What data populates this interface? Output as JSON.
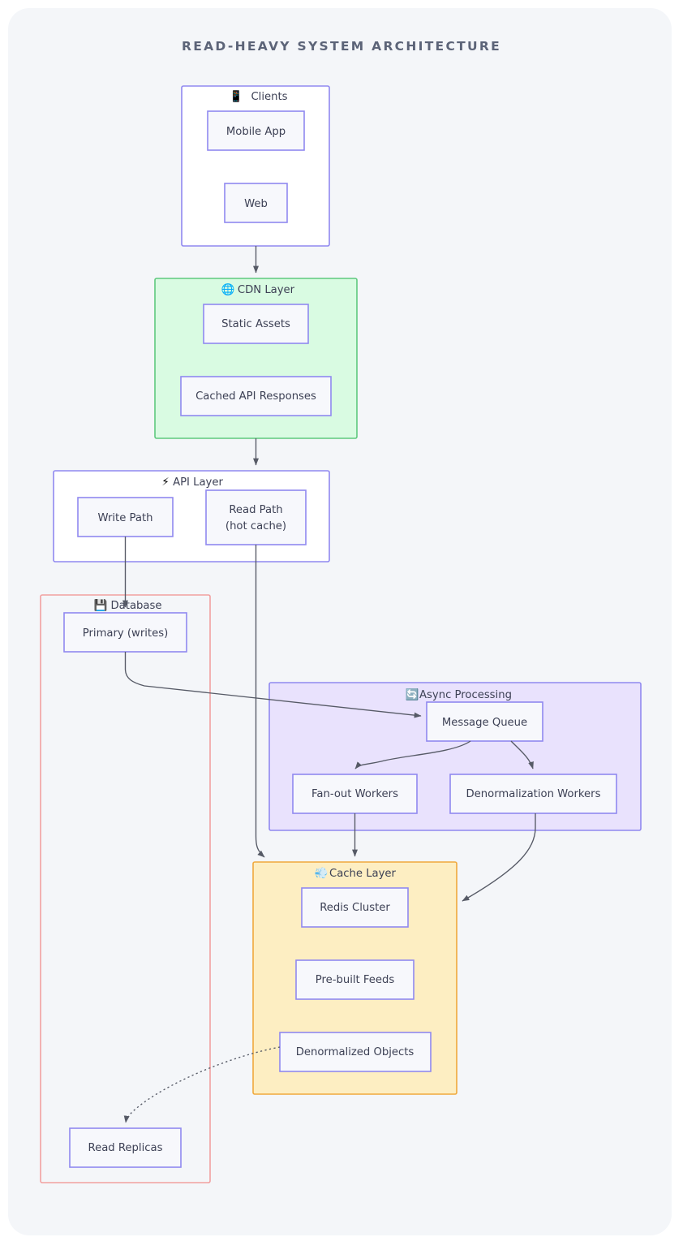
{
  "page": {
    "title": "READ-HEAVY SYSTEM ARCHITECTURE",
    "background": "#ffffff",
    "card_background": "#f4f6f9",
    "title_color": "#5c6478"
  },
  "theme": {
    "node_fill": "#f7f8fc",
    "node_stroke": "#9089f0",
    "text_color": "#3d4155",
    "edge_color": "#565a66"
  },
  "clusters": [
    {
      "id": "clients",
      "label": "Clients",
      "icon": "mobile-phone-icon",
      "emoji": "📱",
      "fill": "#ffffff",
      "stroke": "#9089f0",
      "nodes": [
        {
          "id": "mobile_app",
          "label": "Mobile App"
        },
        {
          "id": "web",
          "label": "Web"
        }
      ]
    },
    {
      "id": "cdn",
      "label": "CDN Layer",
      "icon": "globe-icon",
      "emoji": "🌐",
      "fill": "#d9fbe2",
      "stroke": "#5ec97e",
      "nodes": [
        {
          "id": "static_assets",
          "label": "Static Assets"
        },
        {
          "id": "cached_api",
          "label": "Cached API Responses"
        }
      ]
    },
    {
      "id": "api",
      "label": "API Layer",
      "icon": "lightning-bolt-icon",
      "emoji": "⚡",
      "fill": "#ffffff",
      "stroke": "#9089f0",
      "nodes": [
        {
          "id": "write_path",
          "label": "Write Path"
        },
        {
          "id": "read_path",
          "label": "Read Path",
          "label2": "(hot cache)"
        }
      ]
    },
    {
      "id": "database",
      "label": "Database",
      "icon": "floppy-disk-icon",
      "emoji": "💾",
      "fill": "none",
      "stroke": "#f2a0a0",
      "nodes": [
        {
          "id": "primary",
          "label": "Primary (writes)"
        },
        {
          "id": "read_replicas",
          "label": "Read Replicas"
        }
      ]
    },
    {
      "id": "async",
      "label": "Async Processing",
      "icon": "recycle-arrows-icon",
      "emoji": "🔄",
      "fill": "#e9e2fd",
      "stroke": "#9089f0",
      "nodes": [
        {
          "id": "message_queue",
          "label": "Message Queue"
        },
        {
          "id": "fanout_workers",
          "label": "Fan-out Workers"
        },
        {
          "id": "denorm_workers",
          "label": "Denormalization Workers"
        }
      ]
    },
    {
      "id": "cache",
      "label": "Cache Layer",
      "icon": "dash-cloud-icon",
      "emoji": "💨",
      "fill": "#fdeec2",
      "stroke": "#f0a93c",
      "nodes": [
        {
          "id": "redis_cluster",
          "label": "Redis Cluster"
        },
        {
          "id": "prebuilt_feeds",
          "label": "Pre-built Feeds"
        },
        {
          "id": "denorm_objects",
          "label": "Denormalized Objects"
        }
      ]
    }
  ],
  "edges": [
    {
      "from": "clients",
      "to": "cdn",
      "style": "solid"
    },
    {
      "from": "cdn",
      "to": "api",
      "style": "solid"
    },
    {
      "from": "write_path",
      "to": "primary",
      "style": "solid"
    },
    {
      "from": "read_path",
      "to": "cache",
      "style": "solid"
    },
    {
      "from": "primary",
      "to": "message_queue",
      "style": "solid"
    },
    {
      "from": "message_queue",
      "to": "fanout_workers",
      "style": "solid"
    },
    {
      "from": "message_queue",
      "to": "denorm_workers",
      "style": "solid"
    },
    {
      "from": "fanout_workers",
      "to": "cache",
      "style": "solid"
    },
    {
      "from": "denorm_workers",
      "to": "redis_cluster",
      "style": "solid"
    },
    {
      "from": "denorm_objects",
      "to": "read_replicas",
      "style": "dotted"
    }
  ]
}
